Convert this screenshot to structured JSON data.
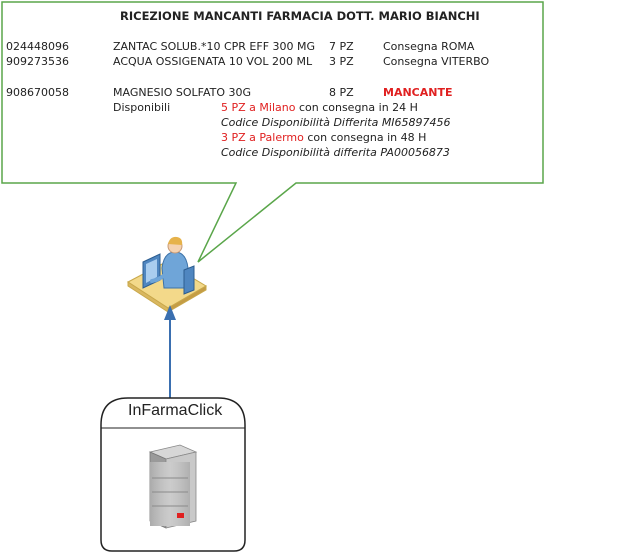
{
  "callout": {
    "title": "RICEZIONE MANCANTI FARMACIA DOTT. MARIO BIANCHI",
    "rows": [
      {
        "code": "024448096",
        "product": "ZANTAC SOLUB.*10 CPR EFF 300 MG",
        "qty": "7 PZ",
        "status": "Consegna ROMA"
      },
      {
        "code": "909273536",
        "product": "ACQUA OSSIGENATA 10 VOL 200 ML",
        "qty": "3 PZ",
        "status": "Consegna VITERBO"
      },
      {
        "code": "908670058",
        "product": "MAGNESIO SOLFATO 30G",
        "qty": "8 PZ",
        "status": "MANCANTE"
      }
    ],
    "availability": {
      "label": "Disponibili",
      "line1_red": "5 PZ a Milano",
      "line1_rest": " con consegna in 24 H",
      "line2": "Codice Disponibilità Differita MI65897456",
      "line3_red": "3 PZ a Palermo",
      "line3_rest": " con consegna in 48 H",
      "line4": "Codice Disponibilità differita PA00056873"
    }
  },
  "server": {
    "label": "InFarmaClick"
  },
  "icons": {
    "pharmacist": "person-at-computer-icon",
    "server": "server-tower-icon"
  },
  "colors": {
    "callout_border": "#5aa64a",
    "arrow": "#3a6fb0",
    "alert_text": "#e02020"
  }
}
